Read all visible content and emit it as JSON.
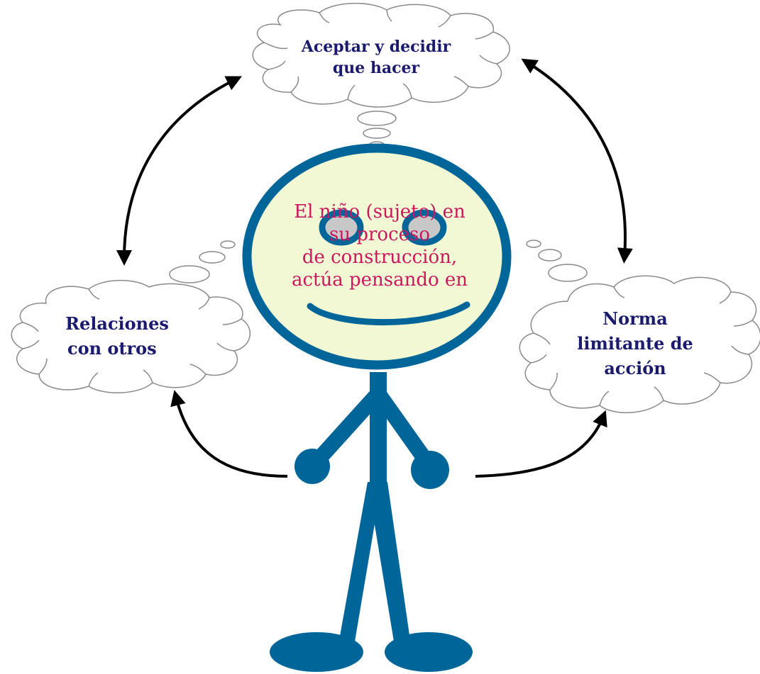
{
  "colors": {
    "cloud_outline": "#8a8a8a",
    "cloud_fill": "#ffffff",
    "cloud_text": "#1a1a6e",
    "figure": "#00669a",
    "face_fill": "#f2f8d4",
    "eye_fill": "#c8c8c8",
    "face_text": "#c8185f",
    "arrow": "#000000"
  },
  "clouds": {
    "top": {
      "line1": "Aceptar y decidir",
      "line2": "que hacer"
    },
    "left": {
      "line1": "Relaciones",
      "line2": "con otros"
    },
    "right": {
      "line1": "Norma",
      "line2": "limitante de",
      "line3": "acción"
    }
  },
  "face": {
    "line1": "El niño (sujeto) en",
    "line2": "su proceso",
    "line3": "de construcción,",
    "line4": "actúa pensando en"
  }
}
